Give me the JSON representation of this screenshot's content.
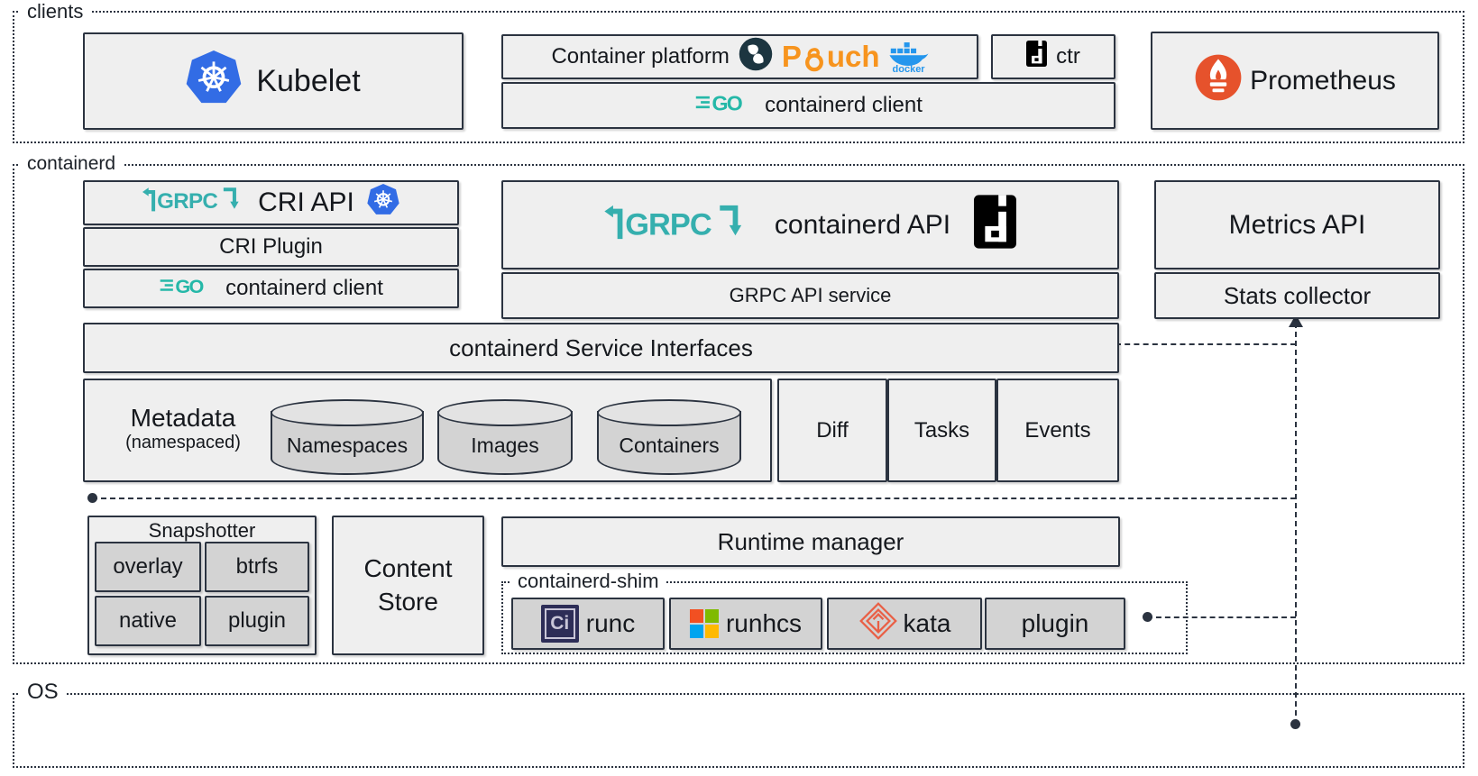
{
  "sections": {
    "clients": "clients",
    "containerd": "containerd",
    "os": "OS",
    "shim": "containerd-shim"
  },
  "c": {
    "kubelet": "Kubelet",
    "platform": "Container platform",
    "pouch_p": "P",
    "pouch_uch": "uch",
    "ctr": "ctr",
    "client": "containerd client",
    "prometheus": "Prometheus",
    "docker": "docker"
  },
  "d": {
    "cri_api": "CRI API",
    "cri_plugin": "CRI Plugin",
    "client": "containerd client",
    "api": "containerd API",
    "grpc_service": "GRPC API service",
    "metrics": "Metrics API",
    "stats": "Stats collector",
    "interfaces": "containerd Service Interfaces",
    "metadata": "Metadata",
    "namespaced": "(namespaced)",
    "cyl": [
      "Namespaces",
      "Images",
      "Containers"
    ],
    "diff": "Diff",
    "tasks": "Tasks",
    "events": "Events",
    "snapshotter": "Snapshotter",
    "snaps": [
      "overlay",
      "btrfs",
      "native",
      "plugin"
    ],
    "content": "Content Store",
    "runtime": "Runtime manager",
    "shims": [
      "runc",
      "runhcs",
      "kata",
      "plugin"
    ]
  },
  "logos": {
    "grpc": "GRPC",
    "go": "GO",
    "oci": "Ci"
  },
  "colors": {
    "line": "#2b3340",
    "box_fill": "#efefef",
    "subbox_fill": "#d3d3d3",
    "cyl_top": "#e3e3e3",
    "grpc_teal": "#35afae",
    "go_teal": "#25b8a8",
    "k8s_blue": "#326ce5",
    "prometheus_orange": "#e6522c",
    "pouch_orange": "#f7941e",
    "pouch_dark": "#1c3540",
    "docker_blue": "#2496ed",
    "ms_red": "#f25022",
    "ms_green": "#7fba00",
    "ms_blue": "#00a4ef",
    "ms_yellow": "#ffb900",
    "kata_salmon": "#e95f45",
    "oci_navy": "#2d2d57"
  }
}
